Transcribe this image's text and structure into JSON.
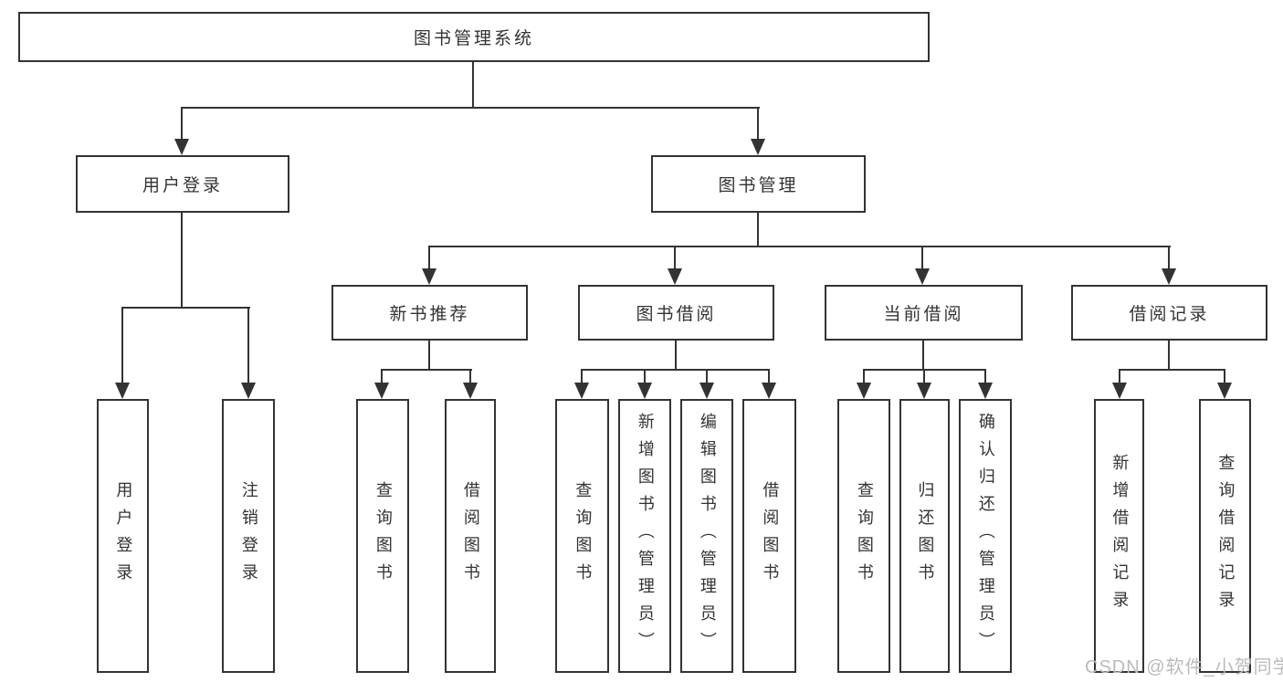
{
  "diagram": {
    "root": {
      "label": "图书管理系统"
    },
    "level2": [
      {
        "label": "用户登录"
      },
      {
        "label": "图书管理"
      }
    ],
    "level3": [
      {
        "label": "新书推荐"
      },
      {
        "label": "图书借阅"
      },
      {
        "label": "当前借阅"
      },
      {
        "label": "借阅记录"
      }
    ],
    "leaves": [
      {
        "label": "用户登录"
      },
      {
        "label": "注销登录"
      },
      {
        "label": "查询图书"
      },
      {
        "label": "借阅图书"
      },
      {
        "label": "查询图书"
      },
      {
        "label": "新增图书（管理员）"
      },
      {
        "label": "编辑图书（管理员）"
      },
      {
        "label": "借阅图书"
      },
      {
        "label": "查询图书"
      },
      {
        "label": "归还图书"
      },
      {
        "label": "确认归还（管理员）"
      },
      {
        "label": "新增借阅记录"
      },
      {
        "label": "查询借阅记录"
      }
    ],
    "watermark": "CSDN @软件_小贺同学",
    "colors": {
      "line": "#333333",
      "text": "#333333",
      "watermark": "#bbbbbb",
      "background": "#ffffff"
    }
  }
}
